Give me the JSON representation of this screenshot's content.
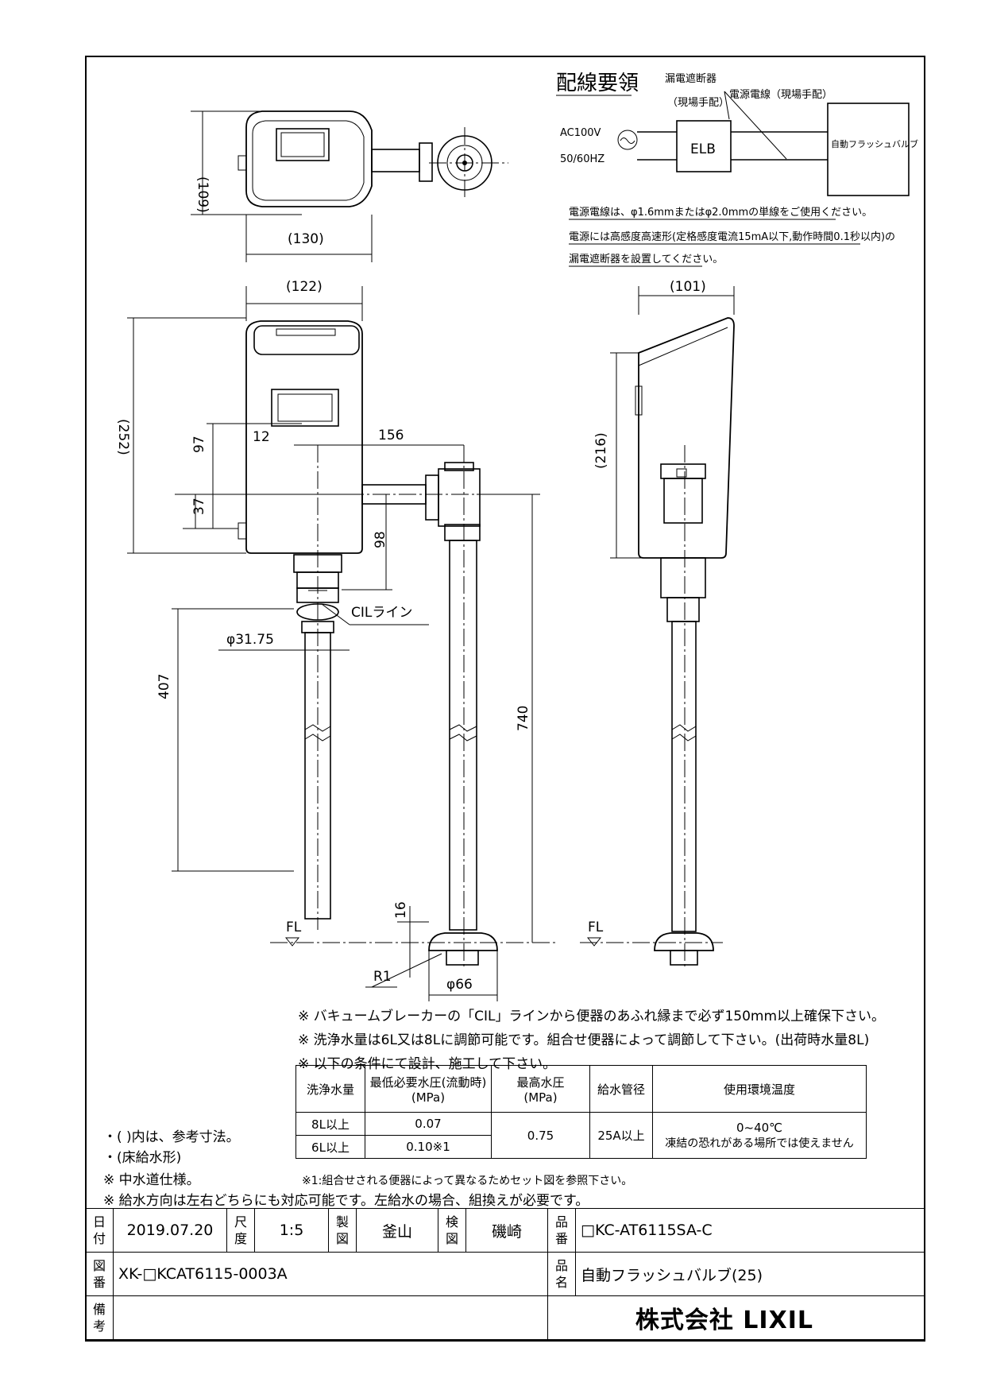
{
  "wiring": {
    "title": "配線要領",
    "breaker": "漏電遮断器",
    "breaker_note": "（現場手配）",
    "power_line": "電源電線（現場手配）",
    "supply_voltage": "AC100V",
    "supply_freq": "50/60HZ",
    "elb": "ELB",
    "device": "自動フラッシュバルブ",
    "note1": "電源電線は、φ1.6mmまたはφ2.0mmの単線をご使用ください。",
    "note2": "電源には高感度高速形(定格感度電流15mA以下,動作時間0.1秒以内)の",
    "note3": "漏電遮断器を設置してください。"
  },
  "dims": {
    "d109": "(109)",
    "d130": "(130)",
    "d122": "(122)",
    "d101": "(101)",
    "d252": "(252)",
    "d216": "(216)",
    "d97": "97",
    "d37": "37",
    "d12": "12",
    "d156": "156",
    "d98": "98",
    "d407": "407",
    "d740": "740",
    "d16": "16",
    "d3175": "φ31.75",
    "d66": "φ66",
    "r1": "R1",
    "cil": "CILライン",
    "fl": "FL"
  },
  "notes": [
    "※ バキュームブレーカーの「CIL」ラインから便器のあふれ縁まで必ず150mm以上確保下さい。",
    "※ 洗浄水量は6L又は8Lに調節可能です。組合せ便器によって調節して下さい。(出荷時水量8L)",
    "※ 以下の条件にて設計、施工して下さい。"
  ],
  "spec_table": {
    "headers": [
      "洗浄水量",
      "最低必要水圧(流動時)",
      "(MPa)",
      "最高水圧",
      "(MPa)",
      "給水管径",
      "使用環境温度"
    ],
    "row1": [
      "8L以上",
      "0.07"
    ],
    "row2": [
      "6L以上",
      "0.10※1"
    ],
    "max_pressure": "0.75",
    "pipe": "25A以上",
    "temp": "0~40℃",
    "temp_note": "凍結の恐れがある場所では使えません"
  },
  "left_notes": [
    "・( )内は、参考寸法。",
    "・(床給水形)",
    "※ 中水道仕様。"
  ],
  "footnote1": "※1:組合せされる便器によって異なるためセット図を参照下さい。",
  "footnote2": "※ 給水方向は左右どちらにも対応可能です。左給水の場合、組換えが必要です。",
  "title_block": {
    "date_label": "日付",
    "date": "2019.07.20",
    "scale_label": "尺度",
    "scale": "1:5",
    "drawn_label": "製図",
    "drawn": "釜山",
    "checked_label": "検図",
    "checked": "磯崎",
    "part_no_label": "品番",
    "part_no": "□KC-AT6115SA-C",
    "drawing_no_label": "図番",
    "drawing_no": "XK-□KCAT6115-0003A",
    "name_label": "品名",
    "name": "自動フラッシュバルブ(25)",
    "remarks_label": "備考",
    "company": "株式会社 LIXIL"
  }
}
